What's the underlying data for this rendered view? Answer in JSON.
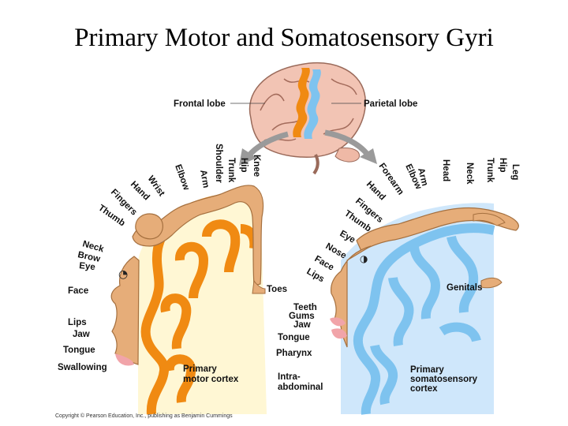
{
  "title": "Primary Motor and Somatosensory Gyri",
  "colors": {
    "motor": "#f08a12",
    "sensory": "#7ec3ef",
    "motor_bg": "#fff7d4",
    "sensory_bg": "#cfe7fb",
    "homunculus": "#e6ad79",
    "brain": "#f2c4b4",
    "arrow": "#9a9a9a"
  },
  "brain": {
    "frontal_label": "Frontal lobe",
    "parietal_label": "Parietal lobe"
  },
  "motor": {
    "arc_labels": [
      "Knee",
      "Hip",
      "Trunk",
      "Shoulder",
      "Arm",
      "Elbow",
      "Wrist",
      "Hand",
      "Fingers",
      "Thumb"
    ],
    "side_labels": [
      "Neck",
      "Brow",
      "Eye",
      "Face",
      "Lips",
      "Jaw",
      "Tongue",
      "Swallowing"
    ],
    "toes": "Toes",
    "caption_line1": "Primary",
    "caption_line2": "motor cortex"
  },
  "sensory": {
    "arc_labels": [
      "Leg",
      "Hip",
      "Trunk",
      "Neck",
      "Head",
      "Arm",
      "Elbow",
      "Forearm",
      "Hand",
      "Fingers",
      "Thumb",
      "Eye",
      "Nose",
      "Face",
      "Lips"
    ],
    "side_labels": [
      "Teeth",
      "Gums",
      "Jaw",
      "Tongue",
      "Pharynx",
      "Intra-",
      "abdominal"
    ],
    "genitals": "Genitals",
    "caption_line1": "Primary",
    "caption_line2": "somatosensory",
    "caption_line3": "cortex"
  },
  "copyright": "Copyright © Pearson Education, Inc., publishing as Benjamin Cummings"
}
